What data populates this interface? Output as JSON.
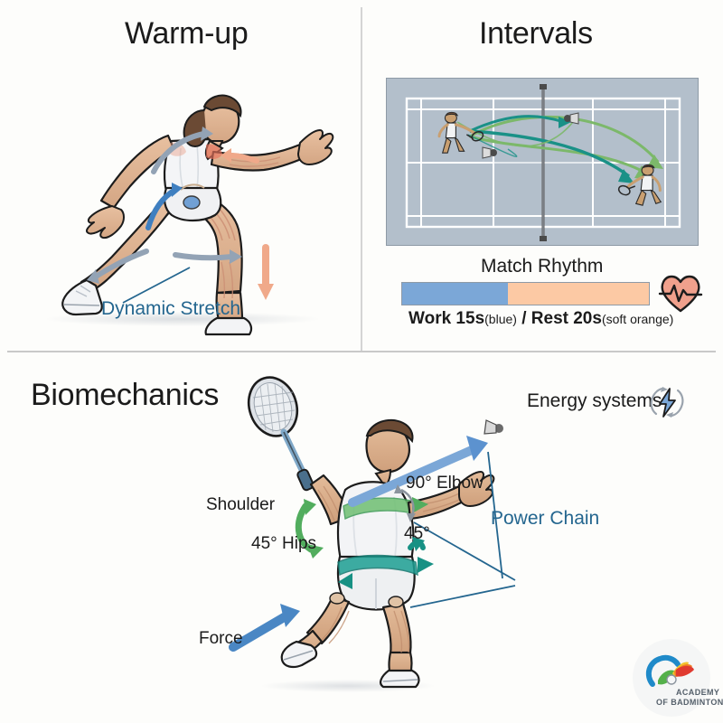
{
  "poster": {
    "background_color": "#fdfdfb",
    "divider_color": "#cfcfcf"
  },
  "panels": {
    "warmup": {
      "title": "Warm-up",
      "callout": "Dynamic Stretch",
      "callout_color": "#24668f",
      "figure_name": "female-athlete-lunge-dynamic-stretch",
      "arrow_colors": {
        "motion_grey": "#93a3b5",
        "motion_blue": "#3f7fc0",
        "motion_orange": "#f0a98a"
      }
    },
    "intervals": {
      "title": "Intervals",
      "court": {
        "surface_color": "#b3bfcb",
        "line_color": "#ffffff",
        "border_color": "#8e9aa6",
        "net_color": "#4c4c4c",
        "players": [
          "player-left-forehand",
          "player-right-lunge"
        ],
        "shuttles": 2,
        "trajectory_colors": [
          "#7cb86a",
          "#1a9187"
        ],
        "trajectory_count": 4
      },
      "rhythm_title": "Match Rhythm",
      "caption_main_1": "Work 15s",
      "caption_sub_1": "(blue)",
      "caption_sep": " / ",
      "caption_main_2": "Rest 20s",
      "caption_sub_2": "(soft orange)",
      "heart_icon": "heart-rate-icon",
      "heart_color": "#f0a08c"
    },
    "biomechanics": {
      "title": "Biomechanics",
      "labels": {
        "shoulder": "Shoulder",
        "hips": "45° Hips",
        "elbow": "90° Elbow",
        "angle_45": "45°",
        "force": "Force",
        "power_chain": "Power Chain",
        "energy_systems": "Energy systems"
      },
      "power_chain_color": "#24668f",
      "figure_name": "male-athlete-jump-smash",
      "rotation_colors": {
        "shoulder_green": "#52ad5e",
        "hips_teal": "#179184",
        "force_blue": "#4a87c4"
      },
      "energy_icon": "lightning-cycle-icon"
    }
  },
  "brand": {
    "logo_name": "academy-of-badminton-logo",
    "line1": "ACADEMY",
    "line2": "OF BADMINTON"
  },
  "chart_data": {
    "type": "bar",
    "title": "Match Rhythm",
    "orientation": "horizontal-stacked",
    "categories": [
      "Work",
      "Rest"
    ],
    "values": [
      15,
      20
    ],
    "unit": "seconds",
    "colors": [
      "#7ba7d7",
      "#fcc9a4"
    ],
    "legend": [
      "Work 15s (blue)",
      "Rest 20s (soft orange)"
    ],
    "legend_position": "below",
    "grid": false,
    "xlabel": "",
    "ylabel": ""
  }
}
